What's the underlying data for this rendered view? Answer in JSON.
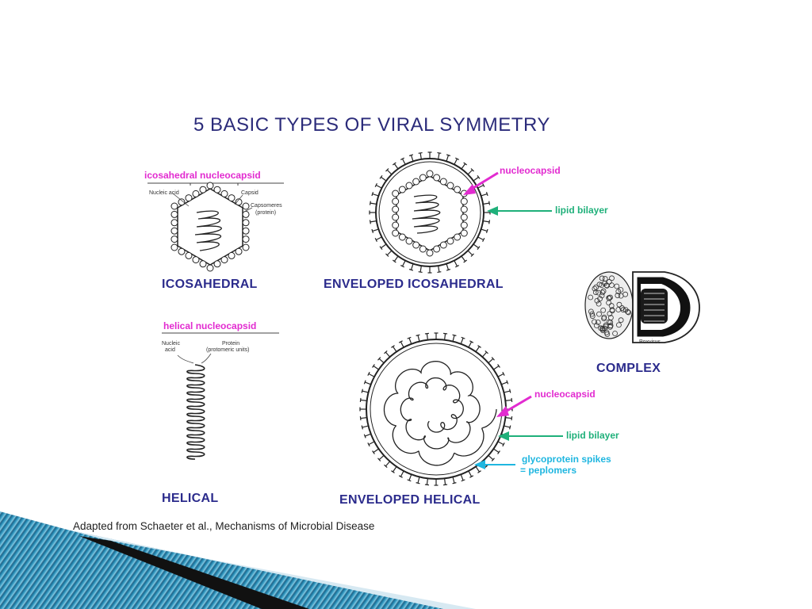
{
  "title": "5 BASIC TYPES OF VIRAL SYMMETRY",
  "panels": {
    "icosahedral": {
      "header": "icosahedral nucleocapsid",
      "label": "ICOSAHEDRAL",
      "parts": {
        "nucleic_acid": "Nucleic acid",
        "capsid": "Capsid",
        "capsomeres": "Capsomeres",
        "protein": "(protein)"
      }
    },
    "enveloped_icosahedral": {
      "label": "ENVELOPED ICOSAHEDRAL",
      "nucleocapsid": "nucleocapsid",
      "lipid_bilayer": "lipid bilayer"
    },
    "complex": {
      "label": "COMPLEX",
      "caption": "Poxvirus"
    },
    "helical": {
      "header": "helical nucleocapsid",
      "label": "HELICAL",
      "parts": {
        "nucleic": "Nucleic",
        "acid": "acid",
        "protein": "Protein",
        "protomeric": "(protomeric units)"
      }
    },
    "enveloped_helical": {
      "label": "ENVELOPED HELICAL",
      "nucleocapsid": "nucleocapsid",
      "lipid_bilayer": "lipid bilayer",
      "glycoprotein_spikes": "glycoprotein spikes",
      "peplomers": "= peplomers"
    }
  },
  "credit": "Adapted from Schaeter et al., Mechanisms of Microbial Disease",
  "colors": {
    "title": "#2b2b7a",
    "labels": "#2b2b8c",
    "pink": "#e22bd0",
    "green": "#1fb07a",
    "cyan": "#1fb6e0",
    "slide_accent_blue": "#1f6f9a",
    "slide_accent_dark": "#111111"
  }
}
